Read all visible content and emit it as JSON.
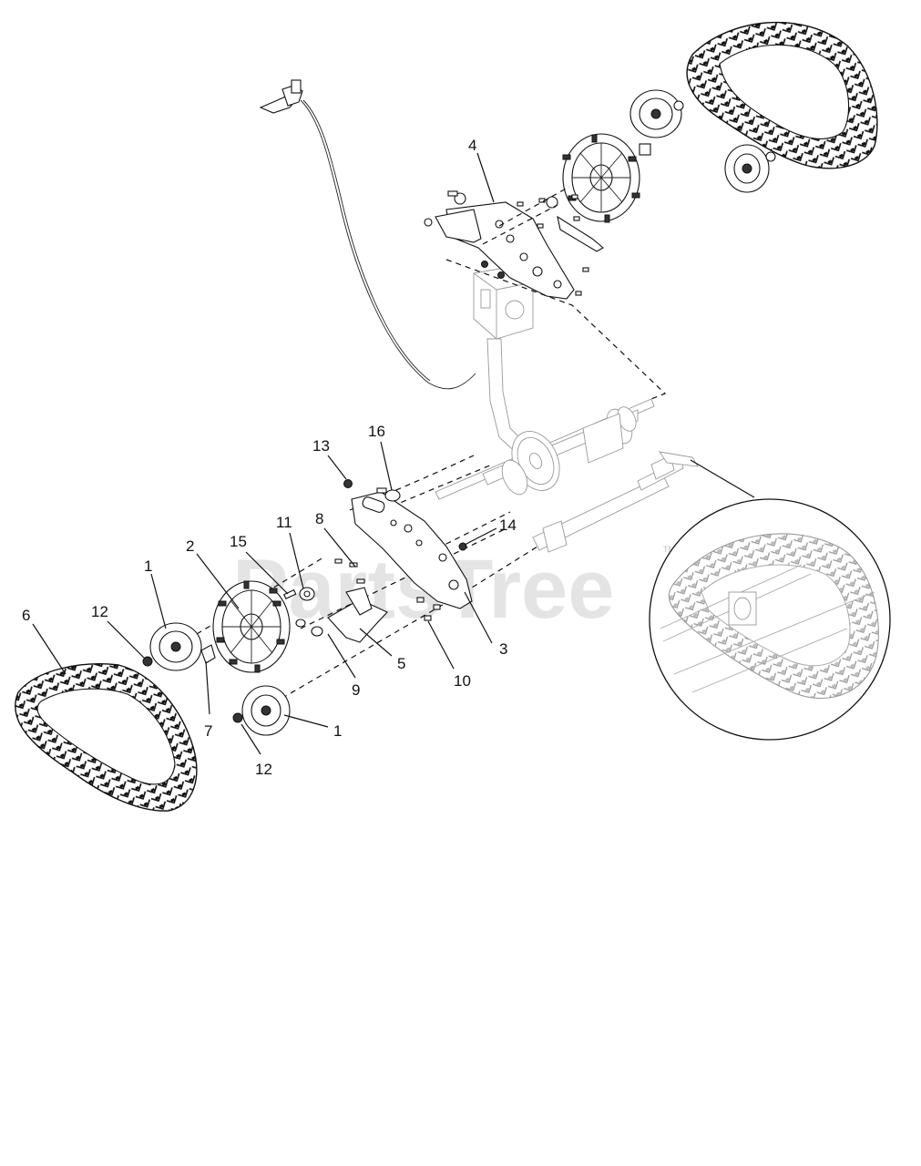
{
  "watermark": {
    "brand": "PartsTree",
    "trademark": "TM"
  },
  "callouts": [
    {
      "id": "c4",
      "label": "4"
    },
    {
      "id": "c13",
      "label": "13"
    },
    {
      "id": "c16",
      "label": "16"
    },
    {
      "id": "c11",
      "label": "11"
    },
    {
      "id": "c8",
      "label": "8"
    },
    {
      "id": "c14",
      "label": "14"
    },
    {
      "id": "c15",
      "label": "15"
    },
    {
      "id": "c2",
      "label": "2"
    },
    {
      "id": "c1a",
      "label": "1"
    },
    {
      "id": "c6",
      "label": "6"
    },
    {
      "id": "c12a",
      "label": "12"
    },
    {
      "id": "c5",
      "label": "5"
    },
    {
      "id": "c3",
      "label": "3"
    },
    {
      "id": "c9",
      "label": "9"
    },
    {
      "id": "c10",
      "label": "10"
    },
    {
      "id": "c7",
      "label": "7"
    },
    {
      "id": "c1b",
      "label": "1"
    },
    {
      "id": "c12b",
      "label": "12"
    }
  ]
}
